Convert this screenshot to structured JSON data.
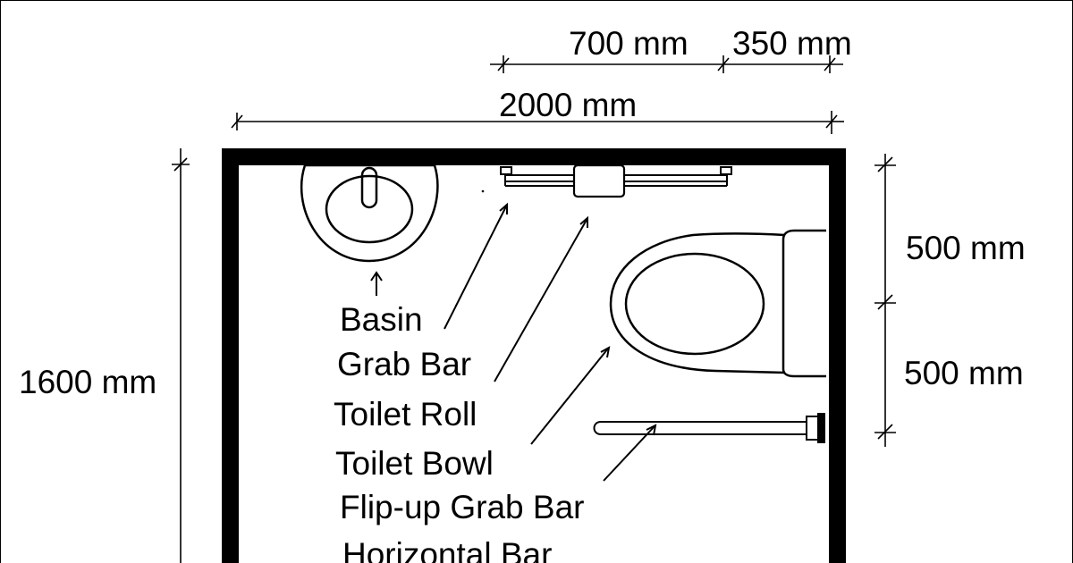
{
  "dimensions": {
    "top_700": "700 mm",
    "top_350": "350 mm",
    "top_2000": "2000 mm",
    "left_1600": "1600 mm",
    "right_500_upper": "500 mm",
    "right_500_lower": "500 mm"
  },
  "labels": {
    "basin": "Basin",
    "grab_bar": "Grab Bar",
    "toilet_roll": "Toilet Roll",
    "toilet_bowl": "Toilet Bowl",
    "flip_up_grab_bar": "Flip-up Grab Bar",
    "horizontal_bar": "Horizontal Bar"
  },
  "colors": {
    "line": "#000000",
    "background": "#ffffff"
  }
}
